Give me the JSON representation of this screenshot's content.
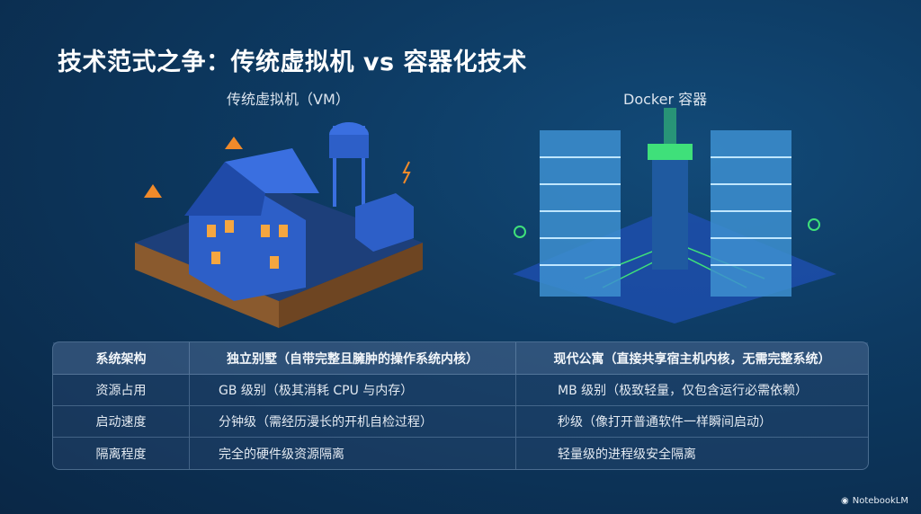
{
  "title": "技术范式之争：传统虚拟机 vs 容器化技术",
  "left_label": "传统虚拟机（VM）",
  "right_label": "Docker 容器",
  "table": {
    "headers": [
      "系统架构",
      "独立别墅（自带完整且臃肿的操作系统内核）",
      "现代公寓（直接共享宿主机内核，无需完整系统）"
    ],
    "rows": [
      [
        "资源占用",
        "GB 级别（极其消耗 CPU 与内存）",
        "MB 级别（极致轻量，仅包含运行必需依赖）"
      ],
      [
        "启动速度",
        "分钟级（需经历漫长的开机自检过程）",
        "秒级（像打开普通软件一样瞬间启动）"
      ],
      [
        "隔离程度",
        "完全的硬件级资源隔离",
        "轻量级的进程级安全隔离"
      ]
    ]
  },
  "brand": "NotebookLM",
  "colors": {
    "accent_green": "#3fe07a",
    "house_blue": "#2d5fc8",
    "warning_orange": "#f08a2a"
  }
}
